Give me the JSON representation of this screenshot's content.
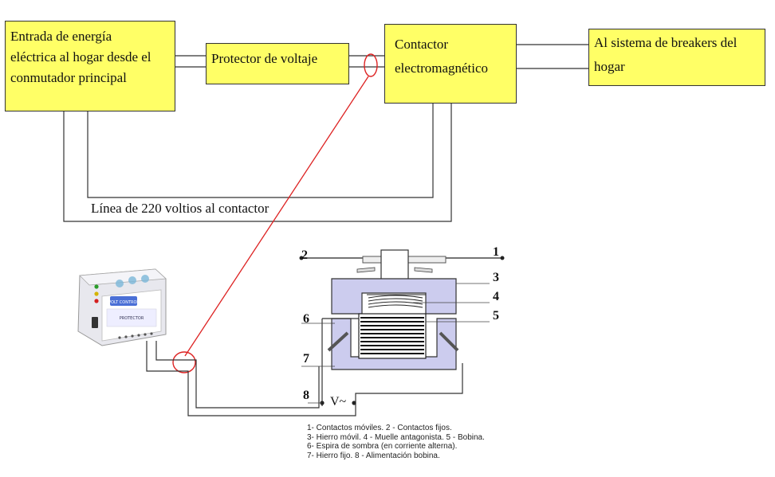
{
  "blocks": {
    "entrada": [
      "Entrada de energía",
      "eléctrica al hogar desde el",
      "conmutador principal"
    ],
    "protector": "Protector de voltaje",
    "contactor": [
      "Contactor",
      "electromagnético"
    ],
    "breakers": [
      "Al sistema de breakers del",
      "hogar"
    ]
  },
  "line_label": "Línea de 220 voltios al contactor",
  "device_labels": {
    "brand": "VOLT CONTROL",
    "model": "PROTECTOR"
  },
  "contactor_numbers": [
    "1",
    "2",
    "3",
    "4",
    "5",
    "6",
    "7",
    "8"
  ],
  "supply_label": "V~",
  "legend": [
    "1- Contactos móviles. 2 - Contactos fijos.",
    "3- Hierro móvil. 4 - Muelle antagonista. 5 - Bobina.",
    "6- Espira de sombra (en corriente alterna).",
    "7- Hierro fijo. 8 - Alimentación bobina."
  ],
  "colors": {
    "block_fill": "#ffff66",
    "pointer": "#dd2222",
    "line": "#222222",
    "coil_iron": "#ccccee"
  }
}
